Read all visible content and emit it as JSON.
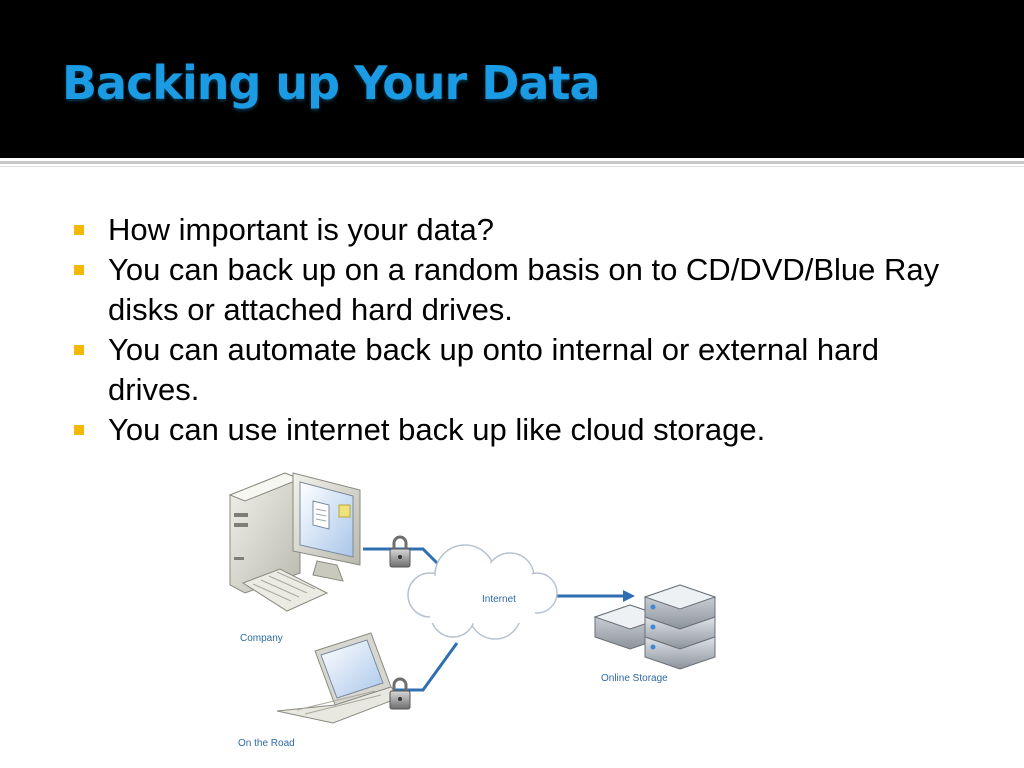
{
  "slide": {
    "title": "Backing up Your Data",
    "bullets": [
      "How important is your data?",
      "You can back up on a random basis on to CD/DVD/Blue Ray disks or attached hard drives.",
      "You can automate back up onto internal or external hard drives.",
      "You can use internet back up like cloud storage."
    ]
  },
  "diagram": {
    "labels": {
      "company": "Company",
      "road": "On the Road",
      "internet": "Internet",
      "storage": "Online Storage"
    },
    "icons": [
      "desktop-computer-icon",
      "laptop-icon",
      "padlock-icon",
      "cloud-icon",
      "server-stack-icon"
    ]
  },
  "colors": {
    "title": "#1b9be3",
    "bullet": "#f5b800",
    "link": "#2f6fb1"
  }
}
